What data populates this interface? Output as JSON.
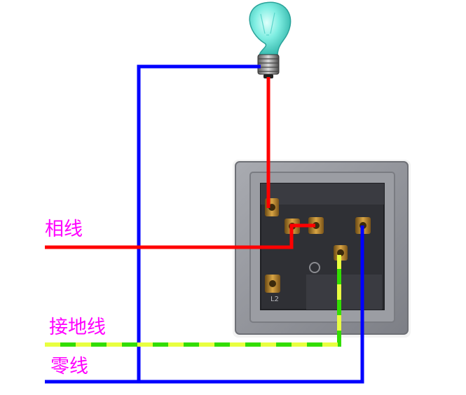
{
  "labels": {
    "phase": "相线",
    "ground": "接地线",
    "neutral": "零线"
  },
  "socket_marks": {
    "left_bottom": "L2"
  },
  "colors": {
    "phase_wire": "#ff0000",
    "neutral_wire": "#0000ff",
    "ground_green": "#33dd00",
    "ground_yellow": "#e8ff40",
    "label_text": "#ff00ff",
    "bulb_glass": "#6fe8dc",
    "socket_plate": "#8f9197",
    "socket_face": "#2e2f34"
  },
  "icons": {
    "bulb": "light-bulb-icon",
    "socket": "wall-socket-icon"
  }
}
